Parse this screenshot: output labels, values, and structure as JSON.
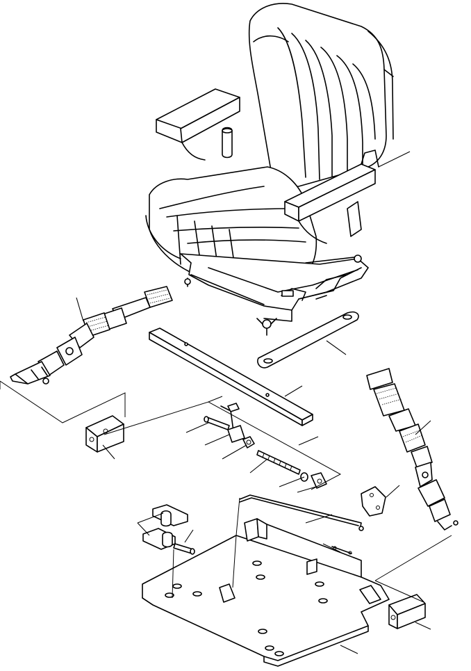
{
  "figure": {
    "type": "exploded-parts-diagram",
    "colors": {
      "line": "#000000",
      "background": "#ffffff"
    },
    "parts": [
      "operator-seat",
      "left-armrest",
      "right-armrest",
      "seat-suspension",
      "seat-belt-buckle-half",
      "seat-belt-retractor-half",
      "seat-rail-bar",
      "slide-bracket",
      "lock-mechanism",
      "adjuster-rod",
      "mounting-plate",
      "clamp-bracket"
    ]
  }
}
